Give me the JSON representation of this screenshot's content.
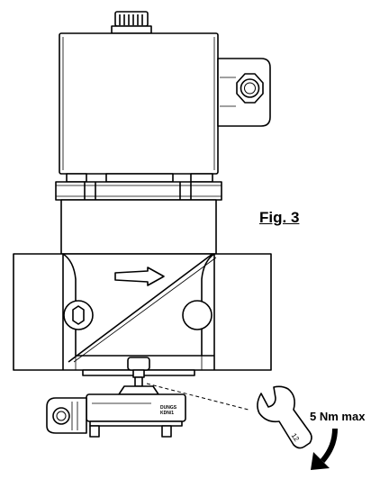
{
  "figure": {
    "label": "Fig. 3",
    "torque_label": "5 Nm max",
    "wrench_size": "12",
    "connector_text_line1": "DUNGS",
    "connector_text_line2": "KDN/1"
  }
}
